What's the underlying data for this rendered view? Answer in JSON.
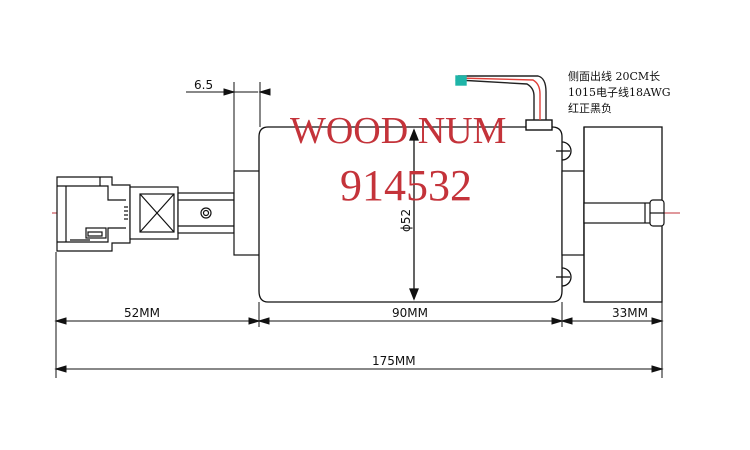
{
  "watermark": {
    "line1": "WOOD NUM",
    "line2": "914532"
  },
  "dimensions": {
    "flange_offset": "6.5",
    "diameter": "ϕ52",
    "left_length": "52MM",
    "body_length": "90MM",
    "right_length": "33MM",
    "total_length": "175MM"
  },
  "wire_note": {
    "line1": "侧面出线   20CM长",
    "line2": "1015电子线18AWG",
    "line3": "红正黑负"
  },
  "colors": {
    "line": "#111111",
    "center_line": "#c0303a",
    "watermark": "#c4333a",
    "wire_red": "#e0403a",
    "wire_cyan": "#1fb5a8",
    "wire_black": "#222222"
  }
}
